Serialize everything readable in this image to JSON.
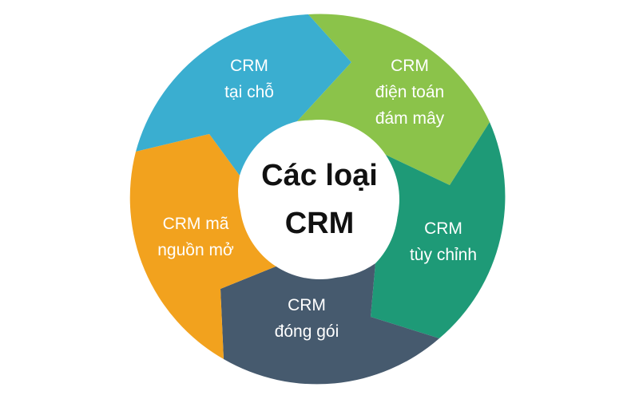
{
  "center": {
    "line1": "Các loại",
    "line2": "CRM"
  },
  "segments": [
    {
      "id": "on-premise",
      "lines": [
        "CRM",
        "tại chỗ"
      ],
      "color": "#3AAED0"
    },
    {
      "id": "cloud",
      "lines": [
        "CRM",
        "điện toán",
        "đám mây"
      ],
      "color": "#8BC34A"
    },
    {
      "id": "custom",
      "lines": [
        "CRM",
        "tùy chỉnh"
      ],
      "color": "#1E9A77"
    },
    {
      "id": "packaged",
      "lines": [
        "CRM",
        "đóng gói"
      ],
      "color": "#465A6E"
    },
    {
      "id": "open-source",
      "lines": [
        "CRM mã",
        "nguồn mở"
      ],
      "color": "#F2A21E"
    }
  ]
}
